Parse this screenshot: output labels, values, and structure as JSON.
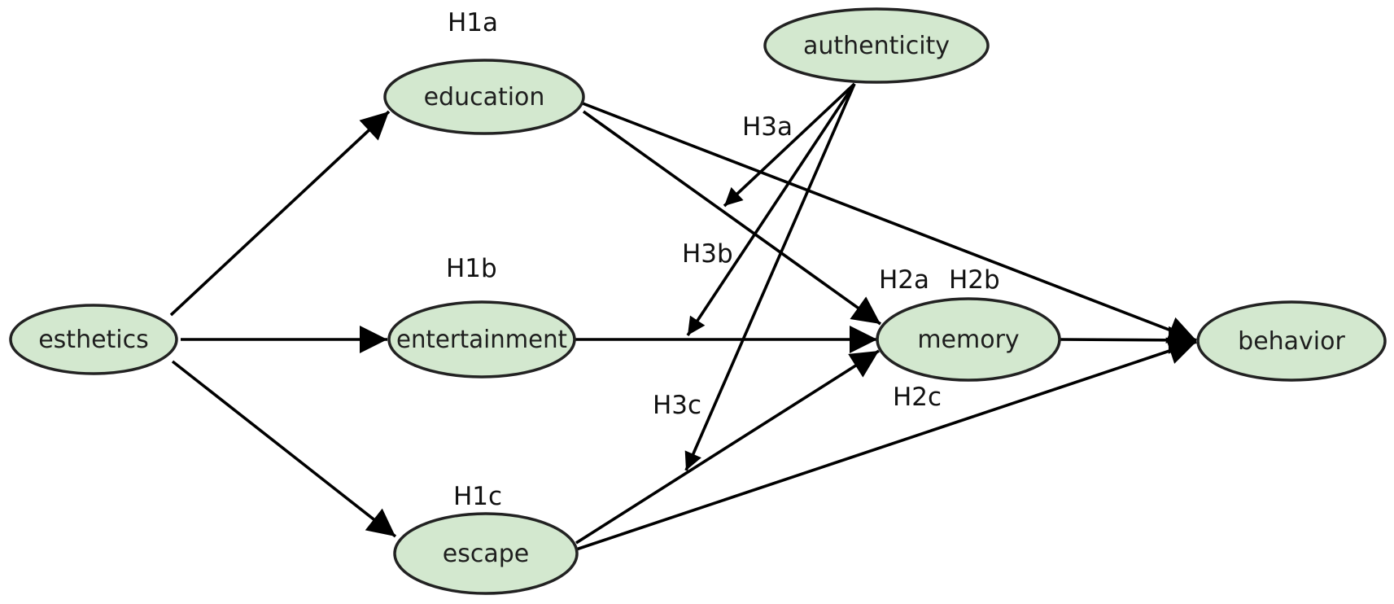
{
  "colors": {
    "node_fill": "#d3e8cf",
    "node_stroke": "#222222",
    "edge": "#000000"
  },
  "nodes": {
    "esthetics": "esthetics",
    "education": "education",
    "entertainment": "entertainment",
    "escape": "escape",
    "authenticity": "authenticity",
    "memory": "memory",
    "behavior": "behavior"
  },
  "hypotheses": {
    "h1a": "H1a",
    "h1b": "H1b",
    "h1c": "H1c",
    "h2a": "H2a",
    "h2b": "H2b",
    "h2c": "H2c",
    "h3a": "H3a",
    "h3b": "H3b",
    "h3c": "H3c"
  }
}
